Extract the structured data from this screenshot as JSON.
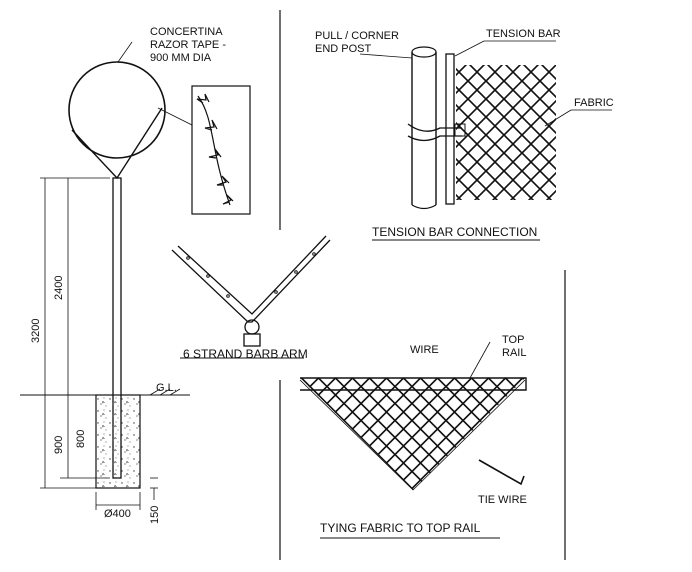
{
  "fence_detail": {
    "concertina_label": [
      "CONCERTINA",
      "RAZOR TAPE -",
      "900 MM DIA"
    ],
    "dim_3200": "3200",
    "dim_2400": "2400",
    "dim_900": "900",
    "dim_800": "800",
    "dim_150": "150",
    "diameter_label": "Ø400",
    "ground_level_label": "G.L."
  },
  "barb_arm": {
    "title": "6 STRAND BARB ARM"
  },
  "tension_bar_connection": {
    "title": "TENSION BAR CONNECTION",
    "post_label": [
      "PULL / CORNER",
      "END POST"
    ],
    "tension_bar_label": "TENSION BAR",
    "fabric_label": "FABRIC"
  },
  "tying_fabric": {
    "title": "TYING FABRIC TO TOP RAIL",
    "wire_label": "WIRE",
    "top_rail_label": [
      "TOP",
      "RAIL"
    ],
    "tie_wire_label": "TIE WIRE"
  }
}
